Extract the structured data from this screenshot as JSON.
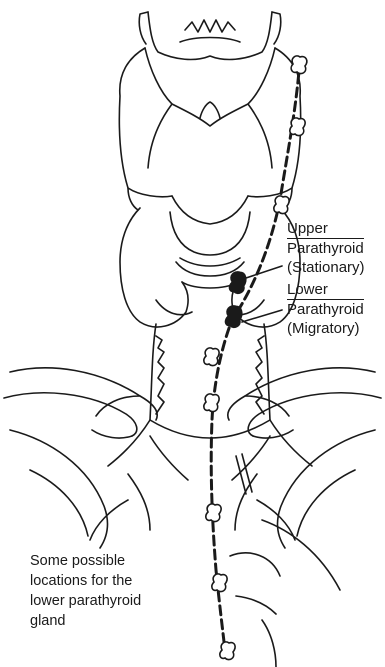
{
  "labels": {
    "upper": {
      "title": "Upper",
      "subtitle": "Parathyroid",
      "descriptor": "(Stationary)"
    },
    "lower": {
      "title": "Lower",
      "subtitle": "Parathyroid",
      "descriptor": "(Migratory)"
    },
    "note": {
      "line1": "Some possible",
      "line2": "locations for the",
      "line3": "lower parathyroid",
      "line4": "gland"
    }
  },
  "colors": {
    "ink": "#1a1a1a",
    "background": "#ffffff"
  }
}
